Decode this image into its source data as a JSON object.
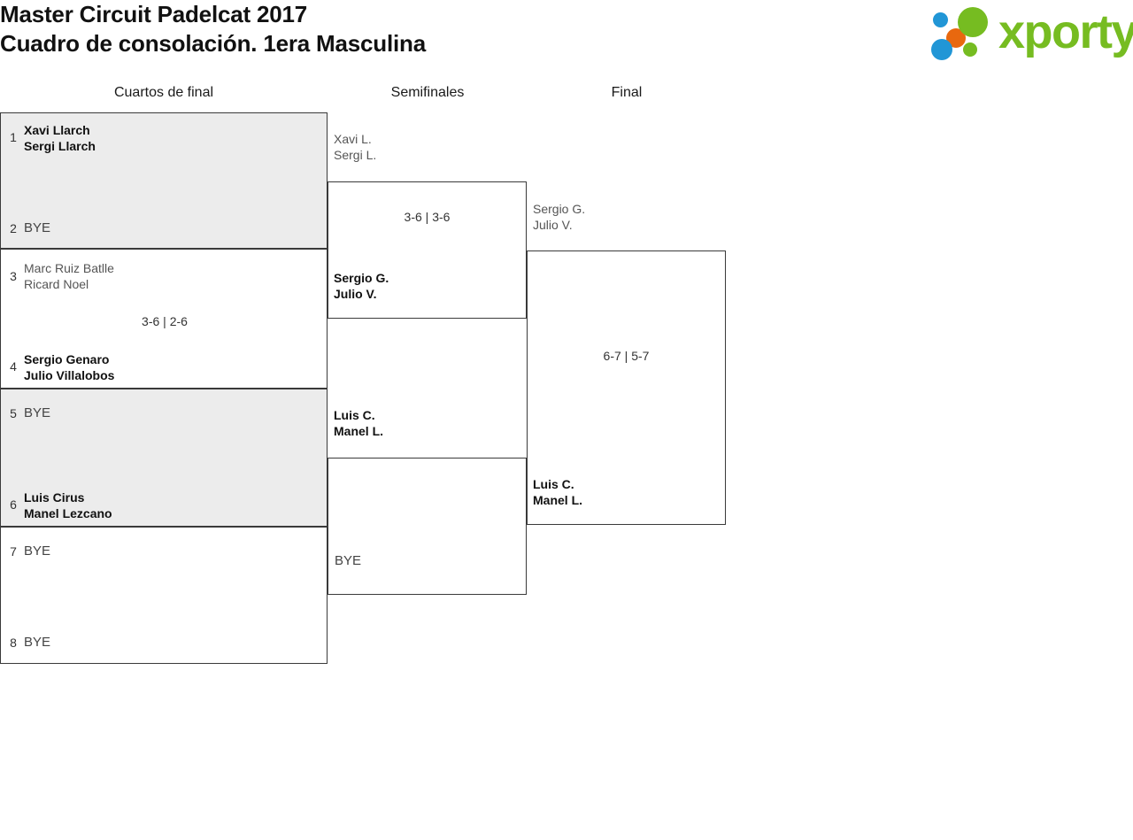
{
  "header": {
    "title_line1": "Master Circuit Padelcat 2017",
    "title_line2": "Cuadro de consolación. 1era Masculina"
  },
  "logo": {
    "wordmark": "xporty",
    "green": "#76bc21",
    "orange": "#e8680f",
    "blue": "#2196d6"
  },
  "rounds": [
    {
      "label": "Cuartos de final"
    },
    {
      "label": "Semifinales"
    },
    {
      "label": "Final"
    }
  ],
  "quarterfinals": {
    "slots": [
      {
        "seed": "1",
        "line1": "Xavi Llarch",
        "line2": "Sergi Llarch",
        "state": "winner"
      },
      {
        "seed": "2",
        "line1": "BYE",
        "line2": "",
        "state": "bye"
      },
      {
        "seed": "3",
        "line1": "Marc Ruiz Batlle",
        "line2": "Ricard Noel",
        "state": "loser"
      },
      {
        "seed": "4",
        "line1": "Sergio Genaro",
        "line2": "Julio Villalobos",
        "state": "winner"
      },
      {
        "seed": "5",
        "line1": "BYE",
        "line2": "",
        "state": "bye"
      },
      {
        "seed": "6",
        "line1": "Luis Cirus",
        "line2": "Manel Lezcano",
        "state": "winner"
      },
      {
        "seed": "7",
        "line1": "BYE",
        "line2": "",
        "state": "bye"
      },
      {
        "seed": "8",
        "line1": "BYE",
        "line2": "",
        "state": "bye"
      }
    ],
    "scores": [
      "",
      "3-6 | 2-6",
      "",
      ""
    ]
  },
  "semifinals": {
    "match1": {
      "top": {
        "line1": "Xavi L.",
        "line2": "Sergi L.",
        "state": "loser"
      },
      "bottom": {
        "line1": "Sergio G.",
        "line2": "Julio V.",
        "state": "winner"
      },
      "score": "3-6 | 3-6"
    },
    "match2": {
      "top": {
        "line1": "Luis C.",
        "line2": "Manel L.",
        "state": "winner"
      },
      "bottom": {
        "line1": "BYE",
        "line2": "",
        "state": "bye"
      },
      "score": ""
    }
  },
  "final": {
    "match": {
      "top": {
        "line1": "Sergio G.",
        "line2": "Julio V.",
        "state": "loser"
      },
      "bottom": {
        "line1": "Luis C.",
        "line2": "Manel L.",
        "state": "winner"
      },
      "score": "6-7 | 5-7"
    }
  }
}
